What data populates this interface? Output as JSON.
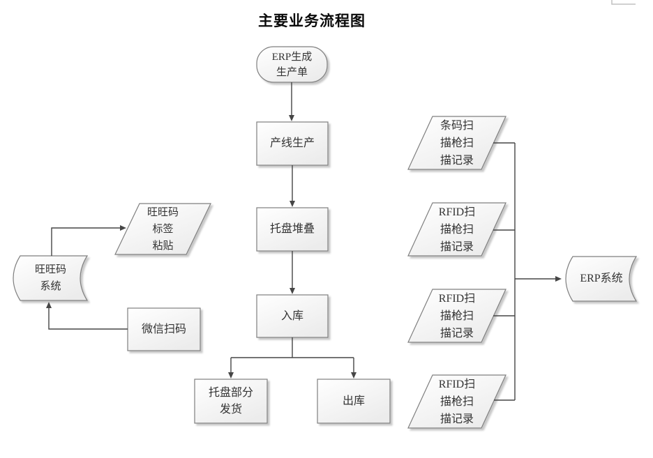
{
  "diagram": {
    "title": "主要业务流程图",
    "colors": {
      "shape_border": "#7f7f7f",
      "connector": "#454545",
      "text": "#333333",
      "fill_top": "#ffffff",
      "fill_bottom": "#ececec",
      "artifact_line": "#c0c0c0"
    },
    "nodes": {
      "start": {
        "type": "terminator",
        "label": "ERP生成\n生产单"
      },
      "production": {
        "type": "process",
        "label": "产线生产"
      },
      "pallet_stack": {
        "type": "process",
        "label": "托盘堆叠"
      },
      "inbound": {
        "type": "process",
        "label": "入库"
      },
      "pallet_partial_ship": {
        "type": "process",
        "label": "托盘部分\n发货"
      },
      "outbound": {
        "type": "process",
        "label": "出库"
      },
      "wangwang_label_paste": {
        "type": "parallelogram",
        "label": "旺旺码\n标签\n粘贴"
      },
      "wangwang_system": {
        "type": "stored-data",
        "label": "旺旺码\n系统"
      },
      "wechat_scan": {
        "type": "process",
        "label": "微信扫码"
      },
      "barcode_scan_record": {
        "type": "parallelogram",
        "label": "条码扫\n描枪扫\n描记录"
      },
      "rfid_scan_record_1": {
        "type": "parallelogram",
        "label": "RFID扫\n描枪扫\n描记录"
      },
      "rfid_scan_record_2": {
        "type": "parallelogram",
        "label": "RFID扫\n描枪扫\n描记录"
      },
      "rfid_scan_record_3": {
        "type": "parallelogram",
        "label": "RFID扫\n描枪扫\n描记录"
      },
      "erp_system": {
        "type": "stored-data",
        "label": "ERP系统"
      }
    }
  }
}
